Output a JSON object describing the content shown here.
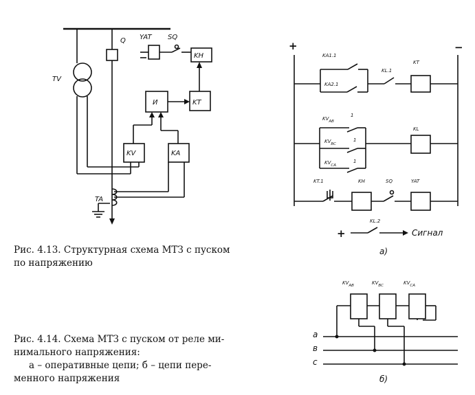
{
  "fig413": {
    "labels": {
      "TV": "TV",
      "Q": "Q",
      "YAT": "YAT",
      "SQ": "SQ",
      "KH": "KH",
      "KT": "KT",
      "I": "И",
      "KV": "KV",
      "KA": "KA",
      "TA": "TA"
    },
    "caption_line1": "Рис. 4.13. Структурная схема МТЗ с пуском",
    "caption_line2": "по напряжению"
  },
  "fig414a": {
    "plus": "+",
    "minus": "−",
    "KA1": "KA1.1",
    "KA2": "KA2.1",
    "KL1": "KL.1",
    "KT": "KT",
    "KV": "KV",
    "AB": "AB",
    "BC": "BC",
    "CA": "CA",
    "one": "1",
    "KL": "KL",
    "KT1": "KT.1",
    "KH": "KH",
    "SQ": "SQ",
    "YAT": "YAT",
    "plus_bottom": "+",
    "KL2": "KL.2",
    "signal": "Сигнал",
    "sub": "а)"
  },
  "fig414b": {
    "KV": "KV",
    "AB": "AB",
    "BC": "BC",
    "CA": "CA",
    "phase_a": "a",
    "phase_b": "в",
    "phase_c": "c",
    "sub": "б)"
  },
  "fig414_caption": {
    "line1": "Рис. 4.14. Схема МТЗ с пуском от реле ми-",
    "line2": "нимального напряжения:",
    "line3": "а – оперативные цепи; б – цепи пере-",
    "line4": "менного напряжения"
  }
}
